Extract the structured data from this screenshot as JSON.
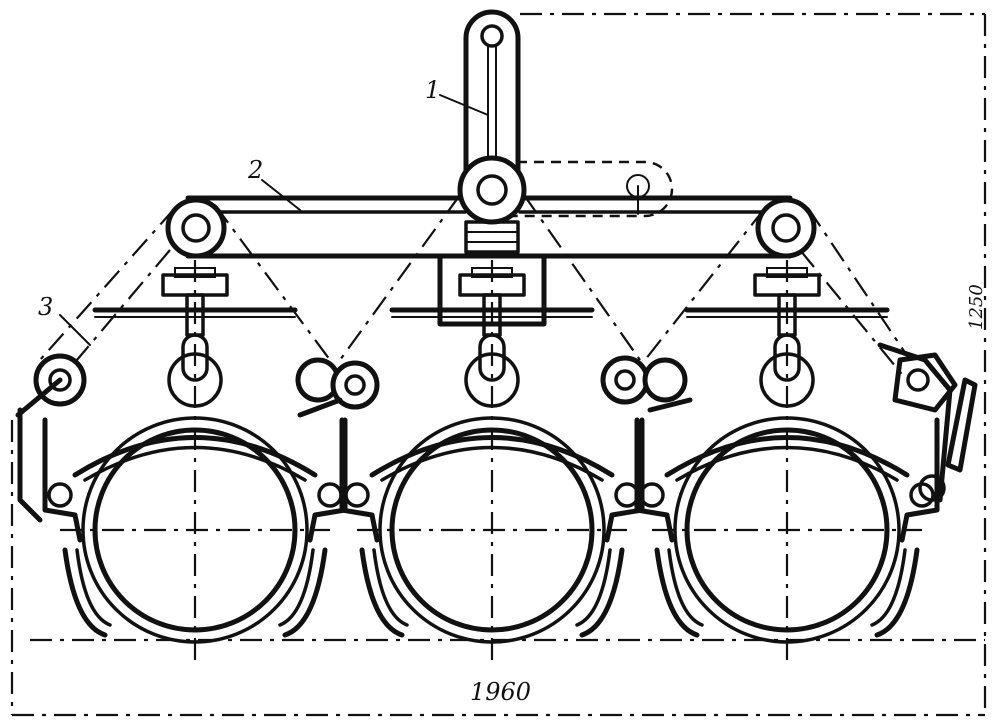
{
  "labels": {
    "callout_1": "1",
    "callout_2": "2",
    "callout_3": "3",
    "dim_width": "1960",
    "dim_height": "1250"
  },
  "colors": {
    "ink": "#111111",
    "paper": "#ffffff"
  }
}
